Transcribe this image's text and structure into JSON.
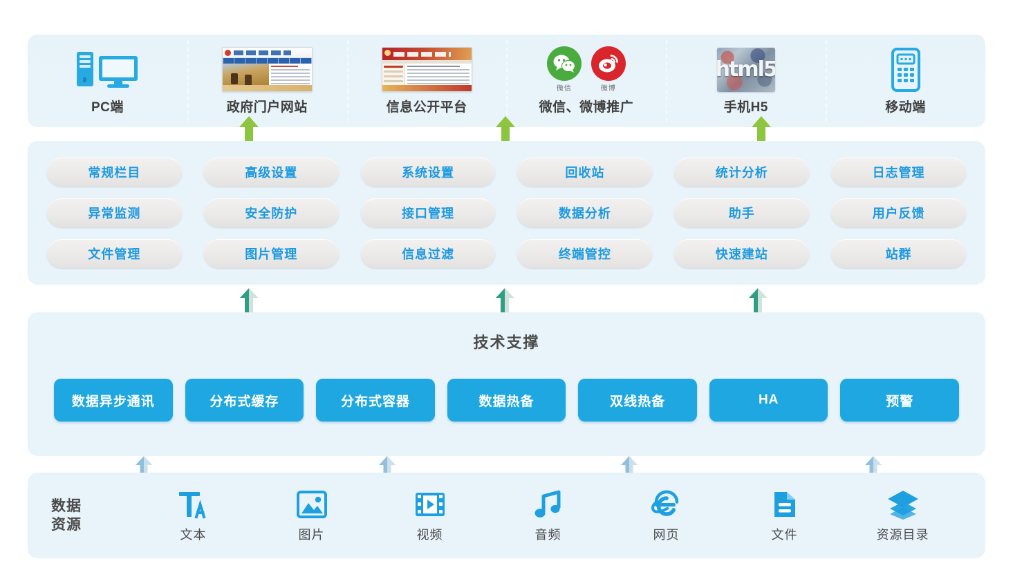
{
  "colors": {
    "panel_bg": "#e9f4fa",
    "accent_blue": "#1ea7e0",
    "pill_text": "#1b9ae0",
    "label_dark": "#4b4b4b",
    "arrow_green": "#8cc63f",
    "arrow_teal": "#2f9e82",
    "arrow_blue": "#9dc6e0",
    "wechat_green": "#4aab3f",
    "weibo_red": "#d8262c"
  },
  "channels": {
    "items": [
      {
        "label": "PC端",
        "icon": "desktop-computer-icon"
      },
      {
        "label": "政府门户网站",
        "icon": "government-portal-thumbnail"
      },
      {
        "label": "信息公开平台",
        "icon": "information-disclosure-thumbnail"
      },
      {
        "label": "微信、微博推广",
        "icon": "social-media-icons"
      },
      {
        "label": "手机H5",
        "icon": "html5-thumbnail",
        "thumb_text": "html5"
      },
      {
        "label": "移动端",
        "icon": "mobile-phone-icon"
      }
    ],
    "social": [
      {
        "name": "微信",
        "icon": "wechat-icon"
      },
      {
        "name": "微博",
        "icon": "weibo-icon"
      }
    ]
  },
  "functions": {
    "pills": [
      "常规栏目",
      "高级设置",
      "系统设置",
      "回收站",
      "统计分析",
      "日志管理",
      "异常监测",
      "安全防护",
      "接口管理",
      "数据分析",
      "助手",
      "用户反馈",
      "文件管理",
      "图片管理",
      "信息过滤",
      "终端管控",
      "快速建站",
      "站群"
    ]
  },
  "tech": {
    "title": "技术支撑",
    "buttons": [
      "数据异步通讯",
      "分布式缓存",
      "分布式容器",
      "数据热备",
      "双线热备",
      "HA",
      "预警"
    ]
  },
  "resources": {
    "title_line1": "数据",
    "title_line2": "资源",
    "items": [
      {
        "label": "文本",
        "icon": "text-icon"
      },
      {
        "label": "图片",
        "icon": "image-icon"
      },
      {
        "label": "视频",
        "icon": "video-icon"
      },
      {
        "label": "音频",
        "icon": "audio-icon"
      },
      {
        "label": "网页",
        "icon": "webpage-icon"
      },
      {
        "label": "文件",
        "icon": "file-icon"
      },
      {
        "label": "资源目录",
        "icon": "layers-icon"
      }
    ]
  },
  "arrows": {
    "top_row": {
      "color": "#8cc63f",
      "count": 3,
      "name": "green-up-arrow"
    },
    "middle_row": {
      "color": "#2f9e82",
      "count": 3,
      "name": "teal-up-arrow"
    },
    "bottom_row": {
      "color": "#9dc6e0",
      "count": 4,
      "name": "blue-up-arrow"
    }
  }
}
